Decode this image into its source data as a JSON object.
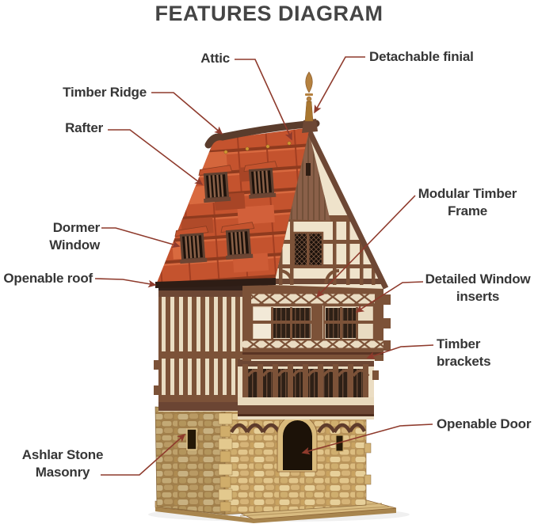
{
  "title": "FEATURES DIAGRAM",
  "labels": {
    "attic": "Attic",
    "detachable_finial": "Detachable finial",
    "timber_ridge": "Timber Ridge",
    "rafter": "Rafter",
    "dormer_window": "Dormer Window",
    "openable_roof": "Openable roof",
    "modular_timber_frame": "Modular Timber Frame",
    "detailed_window_inserts": "Detailed Window inserts",
    "timber_brackets": "Timber brackets",
    "openable_door": "Openable Door",
    "ashlar_stone_masonry": "Ashlar Stone Masonry"
  },
  "colors": {
    "arrow": "#8e3a2c",
    "title_text": "#454545",
    "label_text": "#363636",
    "roof_tile": "#c4532e",
    "ridge": "#5a3c2c",
    "timber": "#7c5238",
    "plaster_cream": "#eee1c9",
    "stone": "#c9a566",
    "walkway": "#d8bb80",
    "window_dark": "#2b1d14",
    "background": "#ffffff"
  }
}
